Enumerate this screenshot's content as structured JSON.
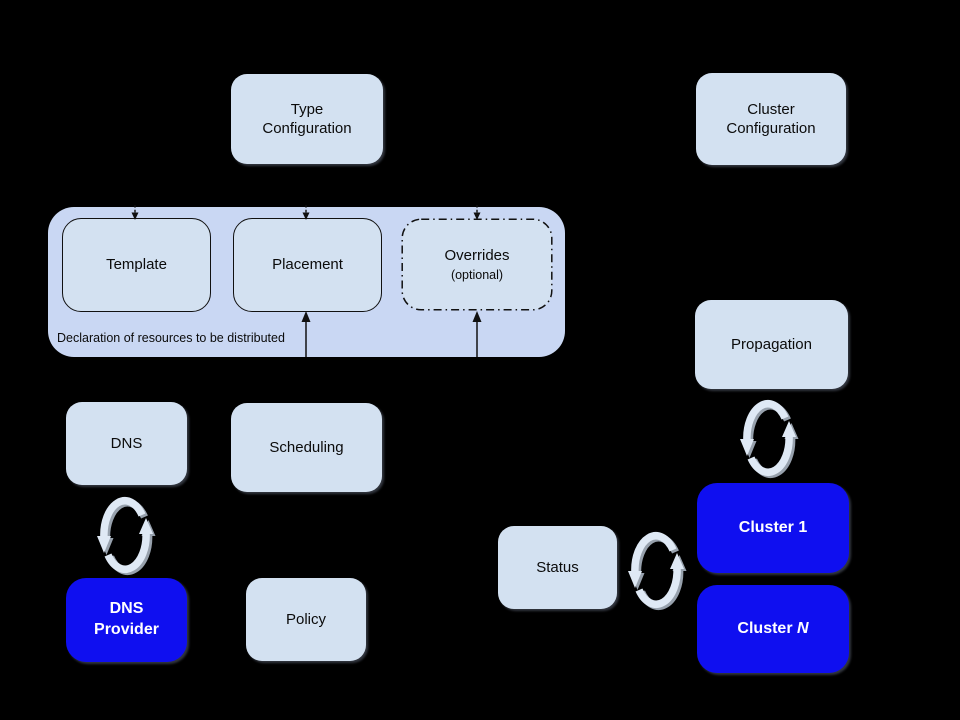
{
  "colors": {
    "background": "#000000",
    "container_fill": "#c9d7f3",
    "box_fill": "#d3e1f1",
    "cluster_blue": "#0f0ff0",
    "text_dark": "#0b0b0b",
    "text_light": "#ffffff",
    "cycle_icon_light": "#dfe9f5",
    "cycle_icon_shadow": "#97a1ad",
    "arrow_color": "#111111"
  },
  "container": {
    "caption": "Declaration of resources to be distributed"
  },
  "nodes": {
    "type_configuration": "Type Configuration",
    "cluster_configuration": "Cluster Configuration",
    "template": "Template",
    "placement": "Placement",
    "overrides": "Overrides",
    "overrides_sublabel": "(optional)",
    "dns": "DNS",
    "scheduling": "Scheduling",
    "dns_provider": "DNS Provider",
    "policy": "Policy",
    "propagation": "Propagation",
    "status": "Status",
    "cluster_1": "Cluster 1",
    "cluster_n_prefix": "Cluster",
    "cluster_n_suffix": "N"
  },
  "icons": {
    "sync_cycle": "sync-cycle-icon",
    "dashed_down_arrow": "dashed-arrow-down-icon",
    "up_arrow": "solid-arrow-up-icon"
  }
}
